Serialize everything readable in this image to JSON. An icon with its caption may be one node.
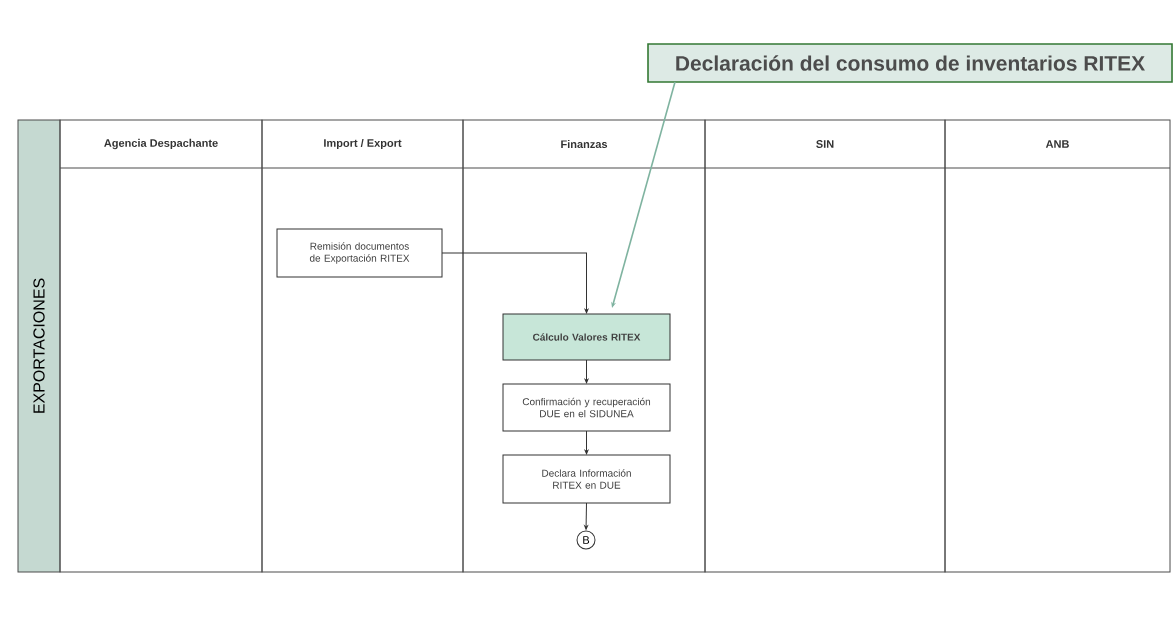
{
  "diagram": {
    "nodes": [
      {
        "text": [
          "Declaración del consumo de inventarios RITEX"
        ]
      },
      {
        "text": [
          "EXPORTACIONES"
        ]
      },
      {
        "text": [
          "Agencia Despachante"
        ]
      },
      {
        "text": [
          "Import / Export"
        ]
      },
      {
        "text": [
          "Finanzas"
        ]
      },
      {
        "text": [
          "SIN"
        ]
      },
      {
        "text": [
          "ANB"
        ]
      },
      {
        "text": [
          "Remisión documentos de Exportación RITEX"
        ],
        "in": 3
      },
      {
        "text": [
          "Cálculo Valores RITEX"
        ],
        "in": 4
      },
      {
        "text": [
          "Confirmación y recuperación DUE en el SIDUNEA"
        ],
        "in": 4
      },
      {
        "text": [
          "Declara Información RITEX en DUE"
        ],
        "in": 4
      },
      {
        "text": [
          "B"
        ],
        "in": 4
      }
    ],
    "edges": [
      {
        "from": 7,
        "to": 8,
        "arrow": "to"
      },
      {
        "from": 8,
        "to": 9,
        "arrow": "to"
      },
      {
        "from": 9,
        "to": 10,
        "arrow": "to"
      },
      {
        "from": 10,
        "to": 11,
        "arrow": "to"
      },
      {
        "from": 0,
        "to": 8,
        "arrow": "to",
        "color": "#7fb3a0"
      }
    ]
  }
}
